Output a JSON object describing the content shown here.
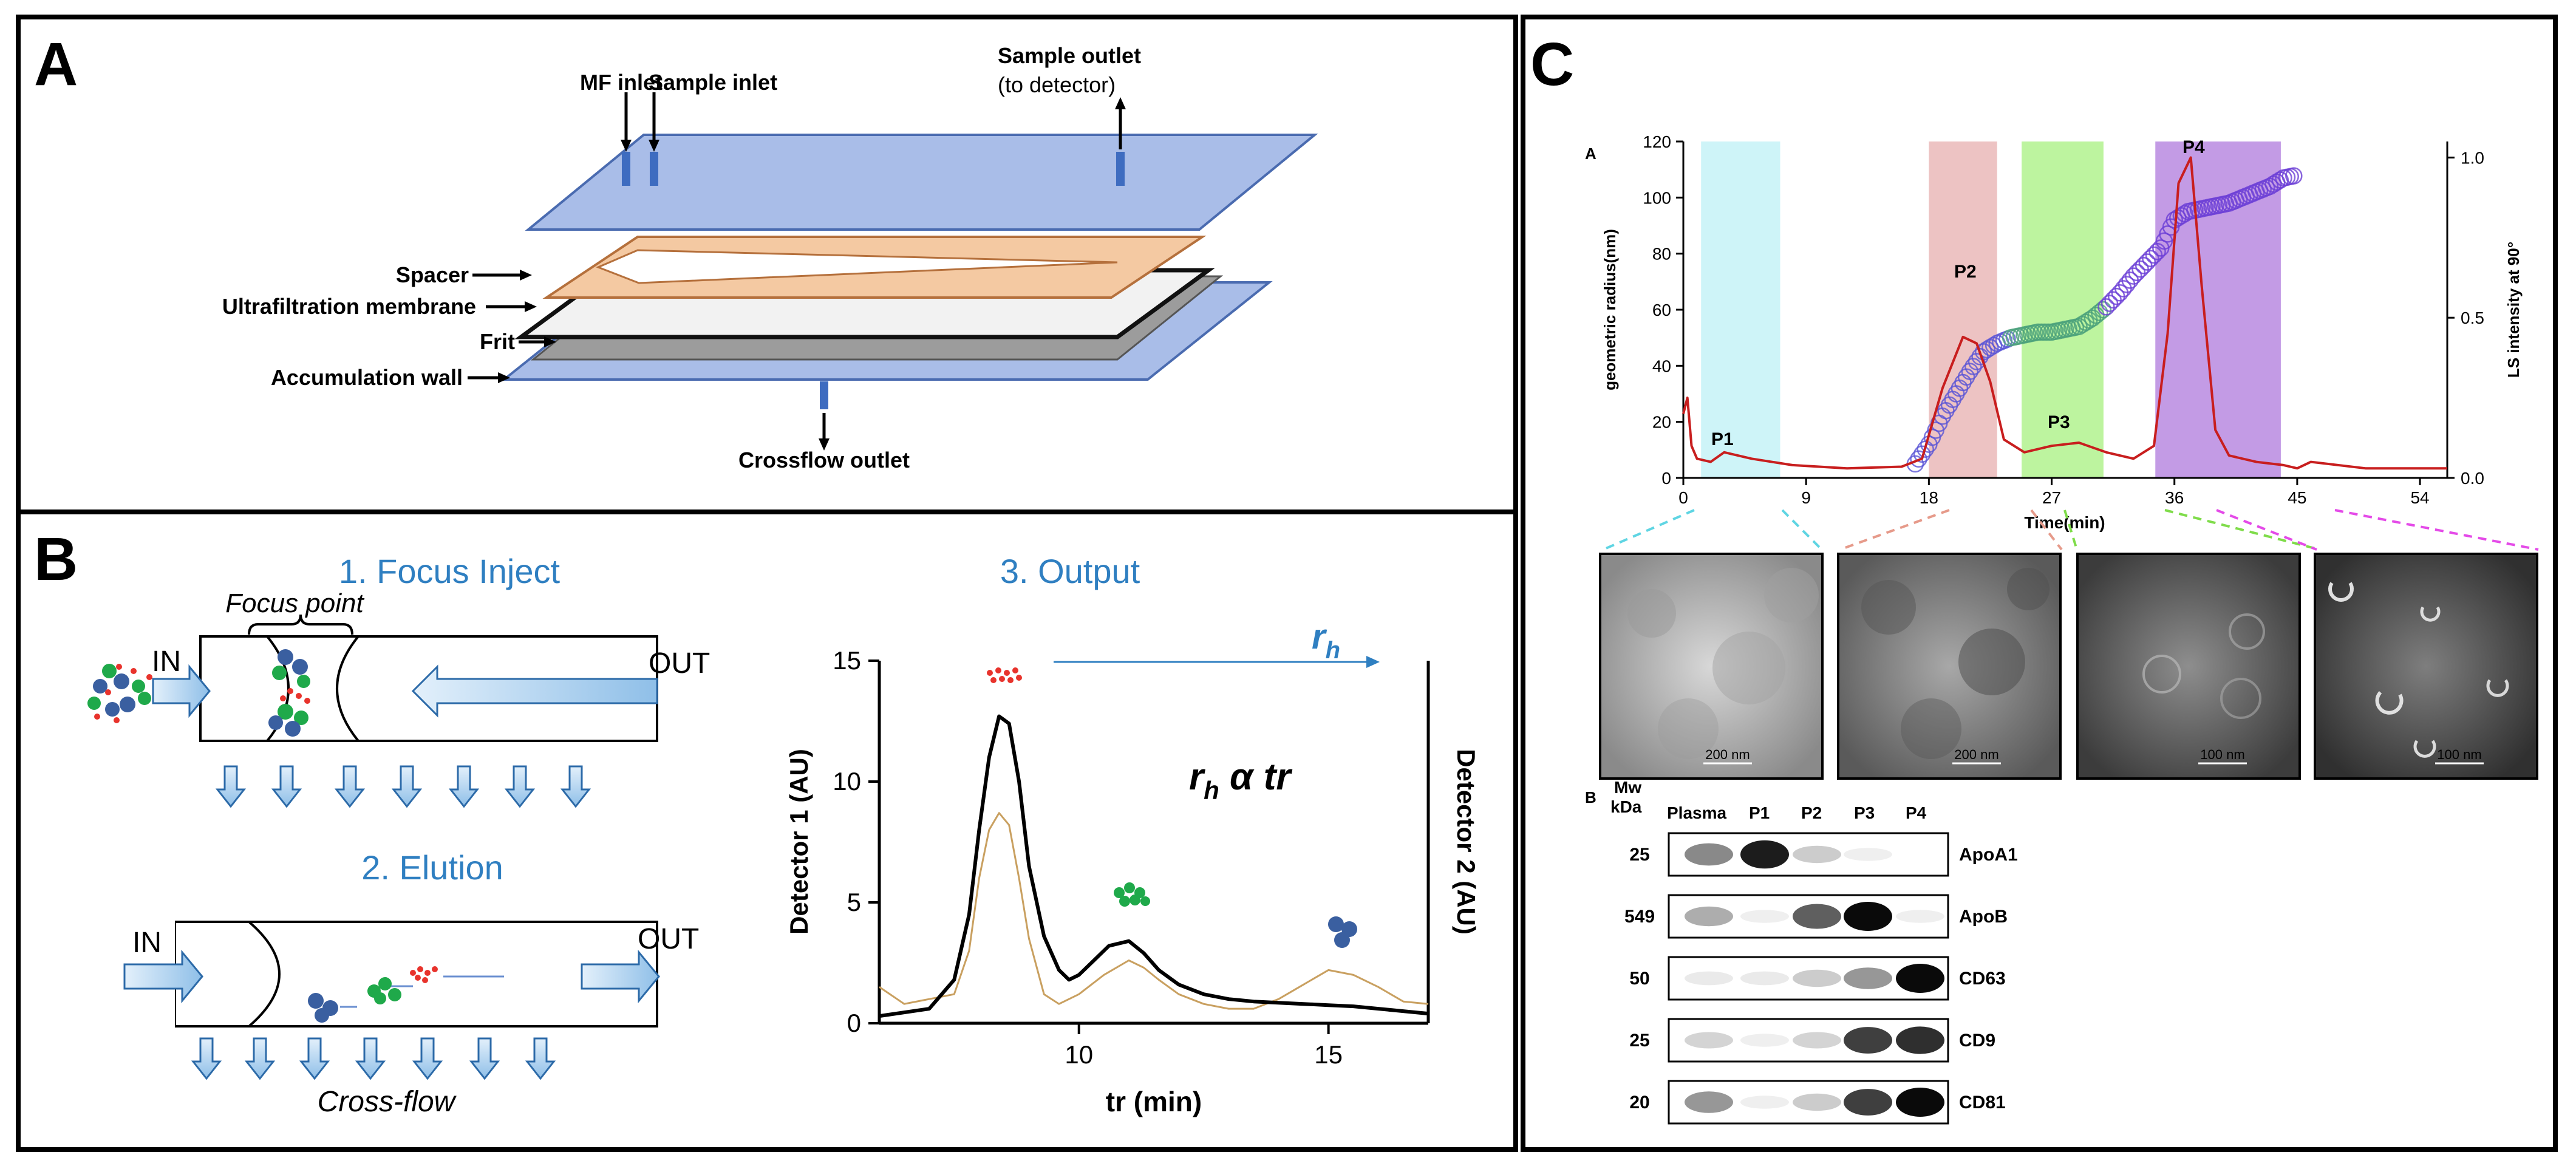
{
  "panels": {
    "a": "A",
    "b": "B",
    "c": "C"
  },
  "panel_a": {
    "mf_inlet": "MF inlet",
    "sample_inlet": "Sample inlet",
    "sample_outlet": "Sample outlet",
    "to_detector": "(to detector)",
    "spacer": "Spacer",
    "membrane": "Ultrafiltration membrane",
    "frit": "Frit",
    "wall": "Accumulation wall",
    "crossflow_outlet": "Crossflow outlet"
  },
  "panel_b": {
    "focus_title": "1. Focus Inject",
    "focus_point": "Focus point",
    "in": "IN",
    "out": "OUT",
    "elution_title": "2. Elution",
    "crossflow": "Cross-flow",
    "output_title": "3. Output",
    "rh": "r",
    "rh_sub": "h",
    "relation_r": "r",
    "relation_sub": "h",
    "relation_rest": " α tr",
    "colors": {
      "accent": "#2f7fc1",
      "bar_fill": "#bcd9f2",
      "bar_stroke": "#2c6aa8",
      "particle_red": "#e8332c",
      "particle_green": "#1fa94a",
      "particle_blue": "#3a5fa0"
    }
  },
  "chart_data": [
    {
      "type": "line",
      "title": "",
      "xlabel": "tr (min)",
      "ylabel": "Detector 1 (AU)",
      "y2label": "Detector 2 (AU)",
      "xlim": [
        6,
        17
      ],
      "ylim": [
        0,
        15
      ],
      "xticks": [
        10,
        15
      ],
      "yticks": [
        0,
        5,
        10,
        15
      ],
      "series": [
        {
          "color": "#000000",
          "x": [
            6.0,
            7.0,
            7.5,
            7.8,
            8.0,
            8.2,
            8.4,
            8.6,
            8.8,
            9.0,
            9.3,
            9.6,
            9.8,
            10.0,
            10.3,
            10.6,
            11.0,
            11.3,
            11.6,
            12.0,
            12.5,
            13.0,
            13.5,
            14.0,
            14.5,
            15.0,
            15.5,
            16.0,
            16.5,
            17.0
          ],
          "y": [
            0.3,
            0.6,
            1.8,
            4.5,
            8.0,
            11.0,
            12.7,
            12.4,
            10.0,
            6.5,
            3.6,
            2.2,
            1.8,
            2.0,
            2.6,
            3.2,
            3.4,
            2.9,
            2.2,
            1.6,
            1.2,
            1.0,
            0.9,
            0.85,
            0.8,
            0.75,
            0.7,
            0.6,
            0.5,
            0.4
          ]
        },
        {
          "color": "#c9a060",
          "x": [
            6.0,
            6.5,
            7.0,
            7.5,
            7.8,
            8.0,
            8.2,
            8.4,
            8.6,
            8.8,
            9.0,
            9.3,
            9.6,
            10.0,
            10.5,
            11.0,
            11.3,
            11.6,
            12.0,
            12.5,
            13.0,
            13.5,
            14.0,
            14.5,
            15.0,
            15.5,
            16.0,
            16.5,
            17.0
          ],
          "y": [
            1.5,
            0.8,
            1.0,
            1.2,
            3.0,
            6.0,
            8.0,
            8.7,
            8.2,
            6.0,
            3.5,
            1.2,
            0.8,
            1.2,
            2.0,
            2.6,
            2.3,
            1.8,
            1.2,
            0.8,
            0.6,
            0.6,
            1.0,
            1.6,
            2.2,
            2.0,
            1.5,
            0.9,
            0.8
          ]
        }
      ]
    },
    {
      "type": "line",
      "title": "",
      "xlabel": "Time(min)",
      "ylabel": "geometric radius(nm)",
      "y2label": "LS intensity at 90°",
      "xlim": [
        0,
        56
      ],
      "ylim": [
        0,
        120
      ],
      "y2lim": [
        0,
        1.05
      ],
      "xticks": [
        0,
        9,
        18,
        27,
        36,
        45,
        54
      ],
      "yticks": [
        0,
        20,
        40,
        60,
        80,
        100,
        120
      ],
      "y2ticks": [
        "0.0",
        "0.5",
        "1.0"
      ],
      "fractions": [
        {
          "label": "P1",
          "x0": 1.3,
          "x1": 7.1,
          "color": "#c6f2f7"
        },
        {
          "label": "P2",
          "x0": 18.0,
          "x1": 23.0,
          "color": "#eab9b9"
        },
        {
          "label": "P3",
          "x0": 24.8,
          "x1": 30.8,
          "color": "#b2f28e"
        },
        {
          "label": "P4",
          "x0": 34.6,
          "x1": 43.8,
          "color": "#b889e0"
        }
      ],
      "series": [
        {
          "name": "LS intensity at 90°",
          "axis": "y2",
          "color": "#c81e1e",
          "x": [
            0,
            0.3,
            0.6,
            1,
            2,
            3,
            5,
            8,
            12,
            16,
            17.5,
            19,
            20.5,
            21.5,
            22.5,
            23.5,
            25,
            27,
            29,
            31,
            33,
            34.5,
            35.5,
            36.3,
            37.2,
            38,
            39,
            40,
            42,
            44,
            45,
            46,
            50,
            54,
            56
          ],
          "y": [
            0.2,
            0.25,
            0.1,
            0.06,
            0.05,
            0.08,
            0.06,
            0.04,
            0.03,
            0.035,
            0.06,
            0.28,
            0.44,
            0.42,
            0.3,
            0.12,
            0.08,
            0.1,
            0.11,
            0.08,
            0.06,
            0.1,
            0.45,
            0.92,
            1.0,
            0.6,
            0.15,
            0.07,
            0.05,
            0.04,
            0.03,
            0.05,
            0.03,
            0.03,
            0.03
          ]
        },
        {
          "name": "geometric radius",
          "axis": "y",
          "color": "#6b3fd6",
          "x": [
            17,
            18,
            19,
            20,
            21,
            22,
            23,
            24,
            25,
            26,
            27,
            28,
            29,
            30,
            31,
            32,
            33,
            34,
            35,
            36,
            37,
            38,
            39,
            40,
            41,
            42,
            43,
            44,
            45
          ],
          "y": [
            5,
            12,
            22,
            30,
            38,
            45,
            48,
            50,
            51,
            52,
            52,
            53,
            54,
            57,
            61,
            66,
            72,
            77,
            82,
            92,
            95,
            96,
            97,
            98,
            100,
            102,
            104,
            107,
            108
          ]
        }
      ],
      "peak_labels": [
        "P1",
        "P2",
        "P3",
        "P4"
      ]
    }
  ],
  "panel_c": {
    "sub_a": "A",
    "sub_b": "B",
    "em_scales": [
      "200 nm",
      "200 nm",
      "100 nm",
      "100 nm"
    ],
    "blot": {
      "mw": "Mw",
      "kda": "kDa",
      "columns": [
        "Plasma",
        "P1",
        "P2",
        "P3",
        "P4"
      ],
      "rows": [
        {
          "mw": "25",
          "name": "ApoA1",
          "intensity": [
            0.6,
            0.95,
            0.3,
            0.05,
            0.0
          ]
        },
        {
          "mw": "549",
          "name": "ApoB",
          "intensity": [
            0.45,
            0.05,
            0.75,
            1.0,
            0.05
          ]
        },
        {
          "mw": "50",
          "name": "CD63",
          "intensity": [
            0.1,
            0.1,
            0.3,
            0.55,
            1.0
          ]
        },
        {
          "mw": "25",
          "name": "CD9",
          "intensity": [
            0.25,
            0.05,
            0.25,
            0.85,
            0.9
          ]
        },
        {
          "mw": "20",
          "name": "CD81",
          "intensity": [
            0.55,
            0.05,
            0.3,
            0.85,
            1.0
          ]
        }
      ]
    }
  }
}
